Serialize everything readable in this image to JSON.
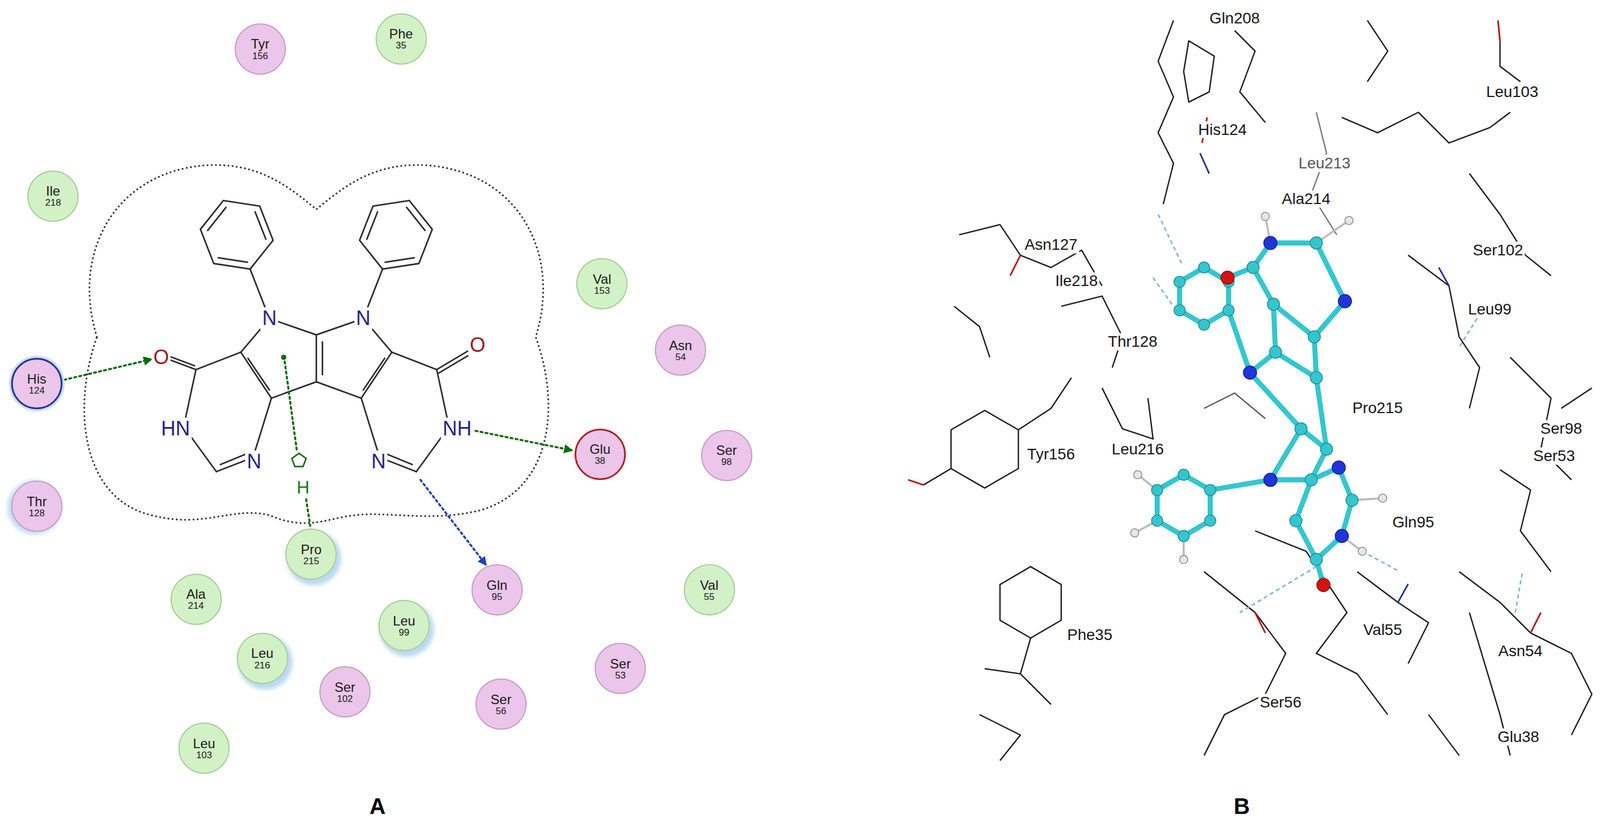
{
  "diagram": {
    "nodes": [
      {
        "text": [
          "Tyr",
          "156"
        ]
      },
      {
        "text": [
          "Phe",
          "35"
        ]
      },
      {
        "text": [
          "Ile",
          "218"
        ]
      },
      {
        "text": [
          "Val",
          "153"
        ]
      },
      {
        "text": [
          "Asn",
          "54"
        ]
      },
      {
        "text": [
          "His",
          "124"
        ]
      },
      {
        "text": [
          "Glu",
          "38"
        ]
      },
      {
        "text": [
          "Ser",
          "98"
        ]
      },
      {
        "text": [
          "Thr",
          "128"
        ]
      },
      {
        "text": [
          "Pro",
          "215"
        ]
      },
      {
        "text": [
          "Gln",
          "95"
        ]
      },
      {
        "text": [
          "Val",
          "55"
        ]
      },
      {
        "text": [
          "Ala",
          "214"
        ]
      },
      {
        "text": [
          "Leu",
          "99"
        ]
      },
      {
        "text": [
          "Leu",
          "216"
        ]
      },
      {
        "text": [
          "Ser",
          "53"
        ]
      },
      {
        "text": [
          "Ser",
          "102"
        ]
      },
      {
        "text": [
          "Ser",
          "56"
        ]
      },
      {
        "text": [
          "Leu",
          "103"
        ]
      }
    ],
    "labels": [
      "O",
      "O",
      "N",
      "N",
      "HN",
      "N",
      "N",
      "NH",
      "H",
      "A",
      "B",
      "Gln208",
      "His124",
      "Leu103",
      "Leu213",
      "Asn127",
      "Ile218",
      "Ala214",
      "Ser102",
      "Leu99",
      "Thr128",
      "Pro215",
      "Tyr156",
      "Leu216",
      "Ser98",
      "Ser53",
      "Gln95",
      "Phe35",
      "Val55",
      "Asn54",
      "Ser56",
      "Glu38"
    ]
  }
}
